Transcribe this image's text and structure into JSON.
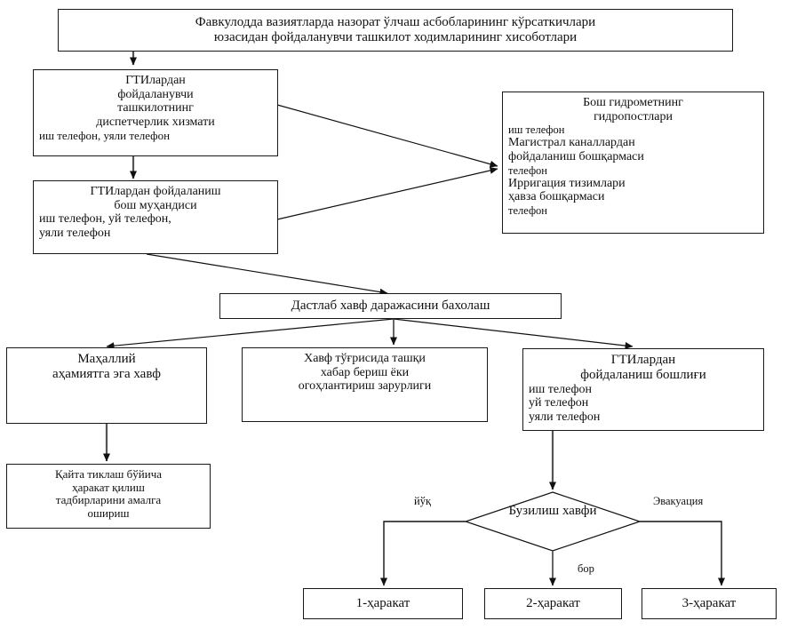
{
  "diagram": {
    "type": "flowchart",
    "language": "uz-Cyrl",
    "title_node": {
      "name": "report-header",
      "lines": [
        "Фавкулодда вазиятларда назорат ўлчаш асбобларининг кўрсаткичлари",
        "юзасидан фойдаланувчи ташкилот ходимларининг хисоботлари"
      ]
    },
    "nodes": [
      {
        "id": "dispatcher",
        "name": "dispatcher-service-box",
        "heading": [
          "ГТИлардан",
          "фойдаланувчи",
          "ташкилотнинг",
          "диспетчерлик хизмати"
        ],
        "details": [
          "иш телефон, уяли телефон"
        ]
      },
      {
        "id": "chief-engineer",
        "name": "chief-engineer-box",
        "heading": [
          "ГТИлардан фойдаланиш",
          "бош муҳандиси"
        ],
        "details": [
          "иш телефон, уй телефон,",
          "уяли телефон"
        ]
      },
      {
        "id": "hydromet",
        "name": "hydromet-posts-box",
        "heading": [
          "Бош гидрометнинг",
          "гидропостлари"
        ],
        "details": [
          "иш телефон",
          "Магистрал каналлардан",
          "фойдаланиш бошқармаси",
          "телефон",
          "Ирригация тизимлари",
          "ҳавза бошқармаси",
          "телефон"
        ]
      },
      {
        "id": "initial-assessment",
        "name": "initial-risk-assessment-box",
        "heading": [
          "Дастлаб хавф даражасини бахолаш"
        ],
        "details": []
      },
      {
        "id": "local-risk",
        "name": "local-significance-risk-box",
        "heading": [
          "Маҳаллий",
          "аҳамиятга эга хавф"
        ],
        "details": []
      },
      {
        "id": "external-notify",
        "name": "external-notification-box",
        "heading": [
          "Хавф тўғрисида ташқи",
          "хабар бериш ёки",
          "огоҳлантириш зарурлиги"
        ],
        "details": []
      },
      {
        "id": "gti-head",
        "name": "gti-operation-head-box",
        "heading": [
          "ГТИлардан",
          "фойдаланиш бошлиғи"
        ],
        "details": [
          "иш телефон",
          "уй телефон",
          "уяли телефон"
        ]
      },
      {
        "id": "recovery",
        "name": "recovery-measures-box",
        "heading": [
          "Қайта тиклаш бўйича",
          "ҳаракат қилиш",
          "тадбирларини амалга",
          "ошириш"
        ],
        "details": []
      }
    ],
    "decision": {
      "id": "failure-risk",
      "name": "failure-risk-decision",
      "lines": [
        "Бузилиш",
        "хавфи"
      ]
    },
    "edge_labels": {
      "no": "йўқ",
      "yes": "бор",
      "evacuation": "Эвакуация"
    },
    "actions": [
      {
        "id": "action-1",
        "name": "action-1-box",
        "label": "1-ҳаракат"
      },
      {
        "id": "action-2",
        "name": "action-2-box",
        "label": "2-ҳаракат"
      },
      {
        "id": "action-3",
        "name": "action-3-box",
        "label": "3-ҳаракат"
      }
    ],
    "colors": {
      "stroke": "#1a1a1a",
      "text": "#111111",
      "background": "#ffffff"
    }
  }
}
